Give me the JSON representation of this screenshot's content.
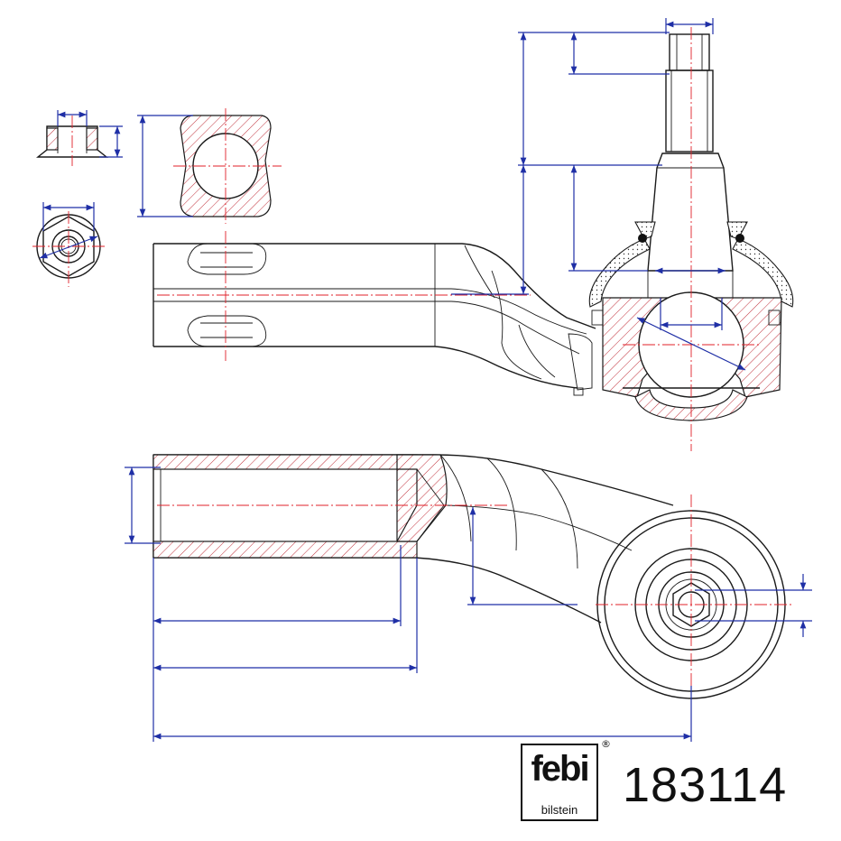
{
  "brand": {
    "logo_text": "febi",
    "logo_subtext": "bilstein",
    "registered_mark": "®"
  },
  "part_number": "183114",
  "colors": {
    "outline": "#1a1a1a",
    "center_lines": "#e0202a",
    "dimension_lines": "#1f2fa6"
  }
}
